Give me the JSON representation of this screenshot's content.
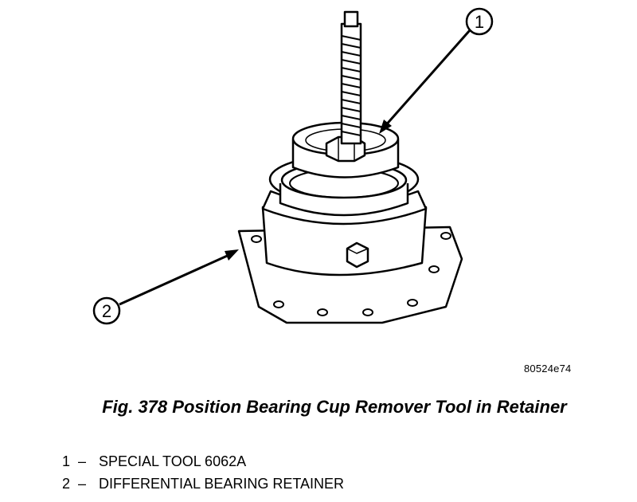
{
  "figure": {
    "code": "80524e74",
    "caption": "Fig. 378 Position Bearing Cup Remover Tool in Retainer"
  },
  "callouts": [
    {
      "number": "1",
      "label": "SPECIAL TOOL 6062A"
    },
    {
      "number": "2",
      "label": "DIFFERENTIAL BEARING RETAINER"
    }
  ],
  "legend_separator": "–"
}
